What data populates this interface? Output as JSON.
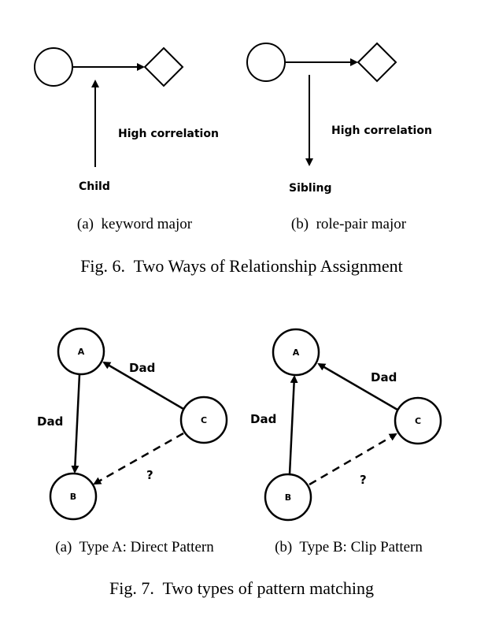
{
  "fig6": {
    "a": {
      "edge_label": "High correlation",
      "node_label": "Child",
      "caption": "(a)  keyword major"
    },
    "b": {
      "edge_label": "High correlation",
      "node_label": "Sibling",
      "caption": "(b)  role-pair major"
    },
    "caption": "Fig. 6.  Two Ways of Relationship Assignment"
  },
  "fig7": {
    "a": {
      "nodes": {
        "a": "A",
        "b": "B",
        "c": "C"
      },
      "edge_ab": "Dad",
      "edge_ca": "Dad",
      "edge_cb": "?",
      "caption": "(a)  Type A: Direct Pattern"
    },
    "b": {
      "nodes": {
        "a": "A",
        "b": "B",
        "c": "C"
      },
      "edge_ba": "Dad",
      "edge_ca": "Dad",
      "edge_bc": "?",
      "caption": "(b)  Type B: Clip Pattern"
    },
    "caption": "Fig. 7.  Two types of pattern matching"
  }
}
